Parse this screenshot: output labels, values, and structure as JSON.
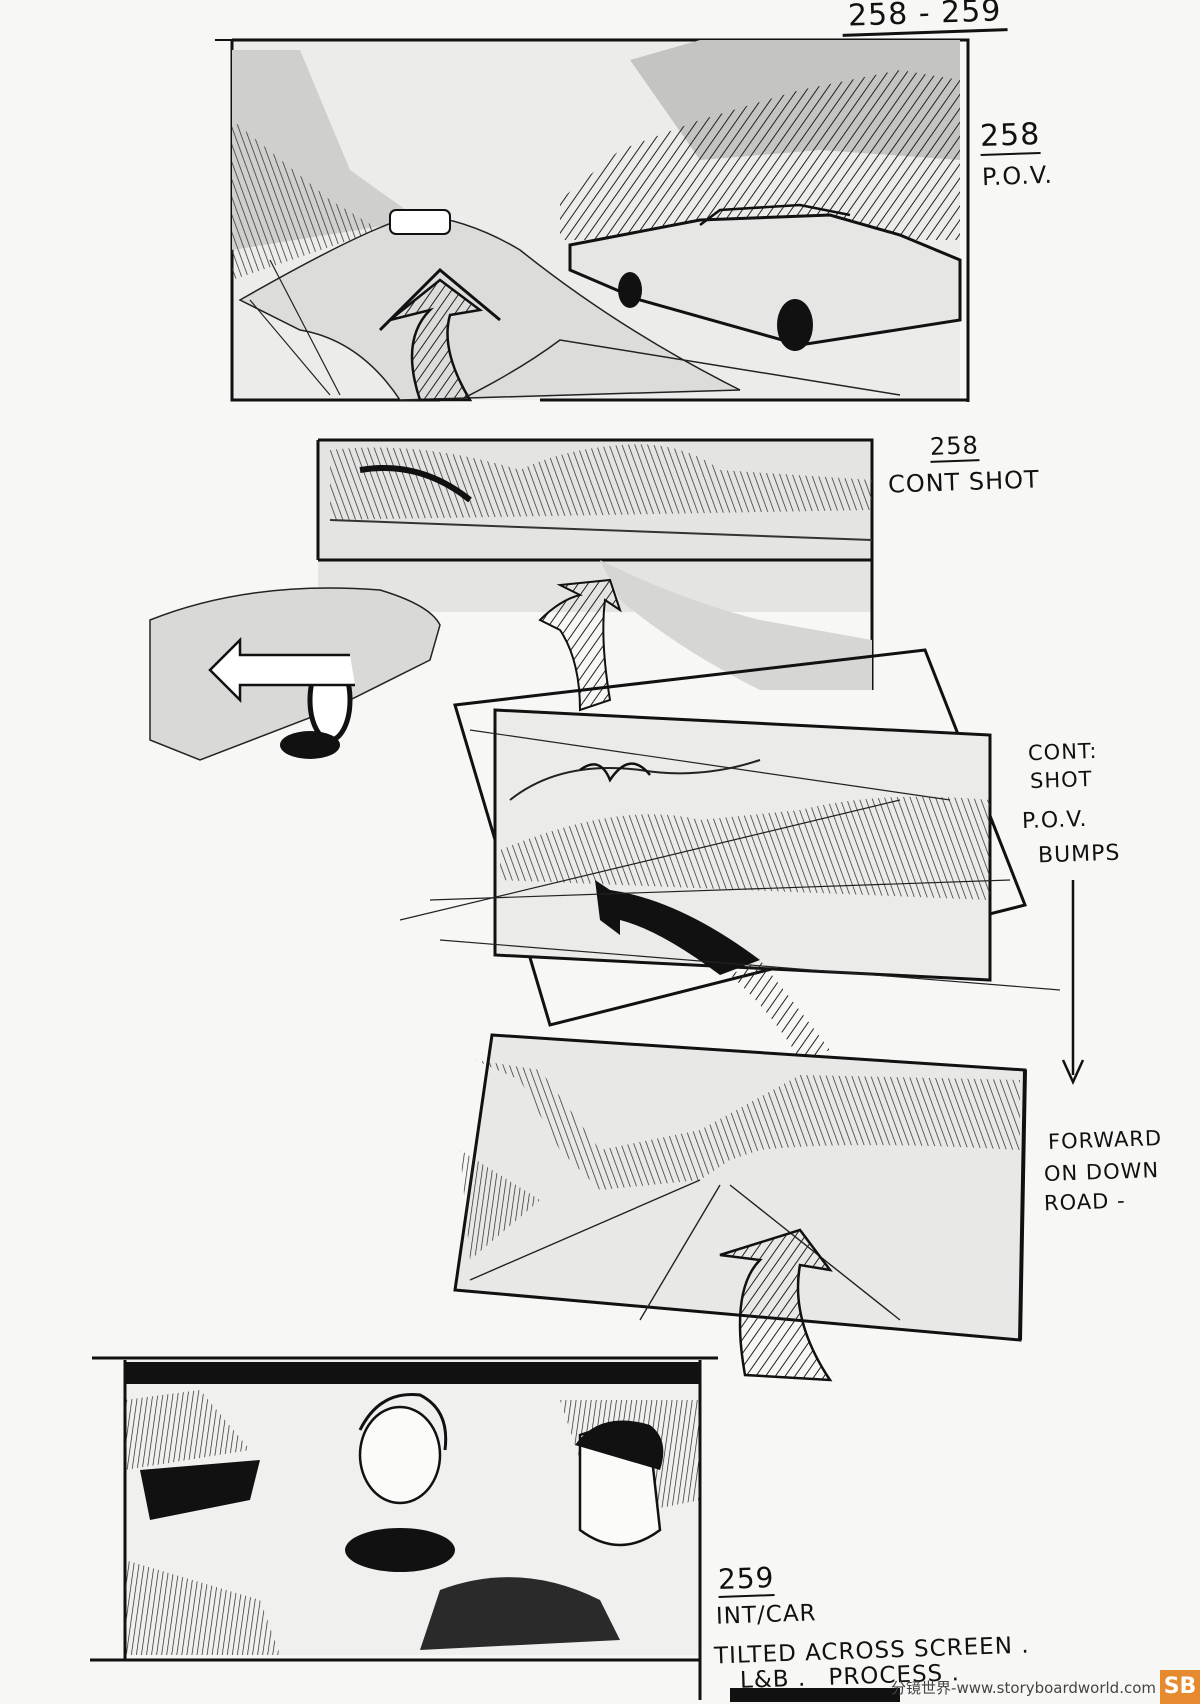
{
  "page": {
    "scene_numbers": "258 - 259"
  },
  "panels": [
    {
      "shot_number": "258",
      "notes": [
        "P.O.V."
      ]
    },
    {
      "shot_number": "258",
      "notes": [
        "CONT SHOT"
      ]
    },
    {
      "notes": [
        "CONT:",
        "SHOT",
        "P.O.V.",
        "BUMPS"
      ]
    },
    {
      "notes": [
        "FORWARD",
        "ON DOWN",
        "ROAD -"
      ]
    },
    {
      "shot_number": "259",
      "notes": [
        "INT/CAR",
        "TILTED ACROSS SCREEN .",
        "L&B .",
        "PROCESS ."
      ]
    }
  ],
  "watermark": {
    "text": "分镜世界-www.storyboardworld.com",
    "badge": "SB"
  },
  "colors": {
    "ink": "#111111",
    "paper": "#f7f7f5",
    "badge": "#e58a2e"
  }
}
